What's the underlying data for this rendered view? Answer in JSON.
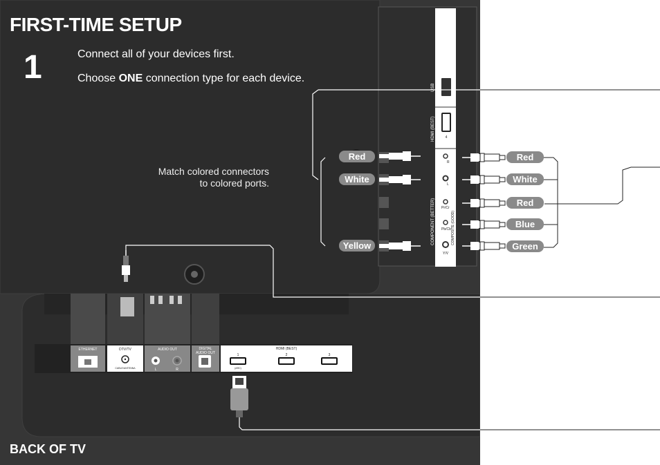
{
  "title": "FIRST-TIME SETUP",
  "step_number": "1",
  "instructions": {
    "line1": "Connect all of your devices first.",
    "line2_pre": "Choose ",
    "line2_bold": "ONE",
    "line2_post": " connection type for each device."
  },
  "hint": {
    "line1": "Match colored connectors",
    "line2": "to colored ports."
  },
  "footer_label": "BACK OF TV",
  "left_cable_labels": [
    "Red",
    "White",
    "Yellow"
  ],
  "right_cable_labels": [
    "Red",
    "White",
    "Red",
    "Blue",
    "Green"
  ],
  "side_panel": {
    "usb": "USB",
    "hdmi": "HDMI (BEST)",
    "hdmi_number": "4",
    "component": "COMPONENT (BETTER)",
    "composite": "COMPOSITE (GOOD)",
    "port_r": "R",
    "port_l": "L",
    "port_pr": "Pr/Cr",
    "port_pb": "Pb/Cb",
    "port_y": "Y/V"
  },
  "bottom_panel": {
    "ethernet": "ETHERNET",
    "dtv": "DTV/TV",
    "dtv_sub": "CABLE/ANTENNA",
    "audio_out": "AUDIO OUT",
    "audio_l": "L",
    "audio_r": "R",
    "digital_audio_line1": "DIGITAL",
    "digital_audio_line2": "AUDIO OUT",
    "hdmi_header": "HDMI (BEST)",
    "hdmi_ports": [
      "1",
      "2",
      "3"
    ],
    "hdmi_arc": "(ARC)"
  },
  "colors": {
    "panel_bg": "#363636",
    "tv_body": "#2b2b2b",
    "pill": "#8a8a8a",
    "line": "#ffffff"
  }
}
